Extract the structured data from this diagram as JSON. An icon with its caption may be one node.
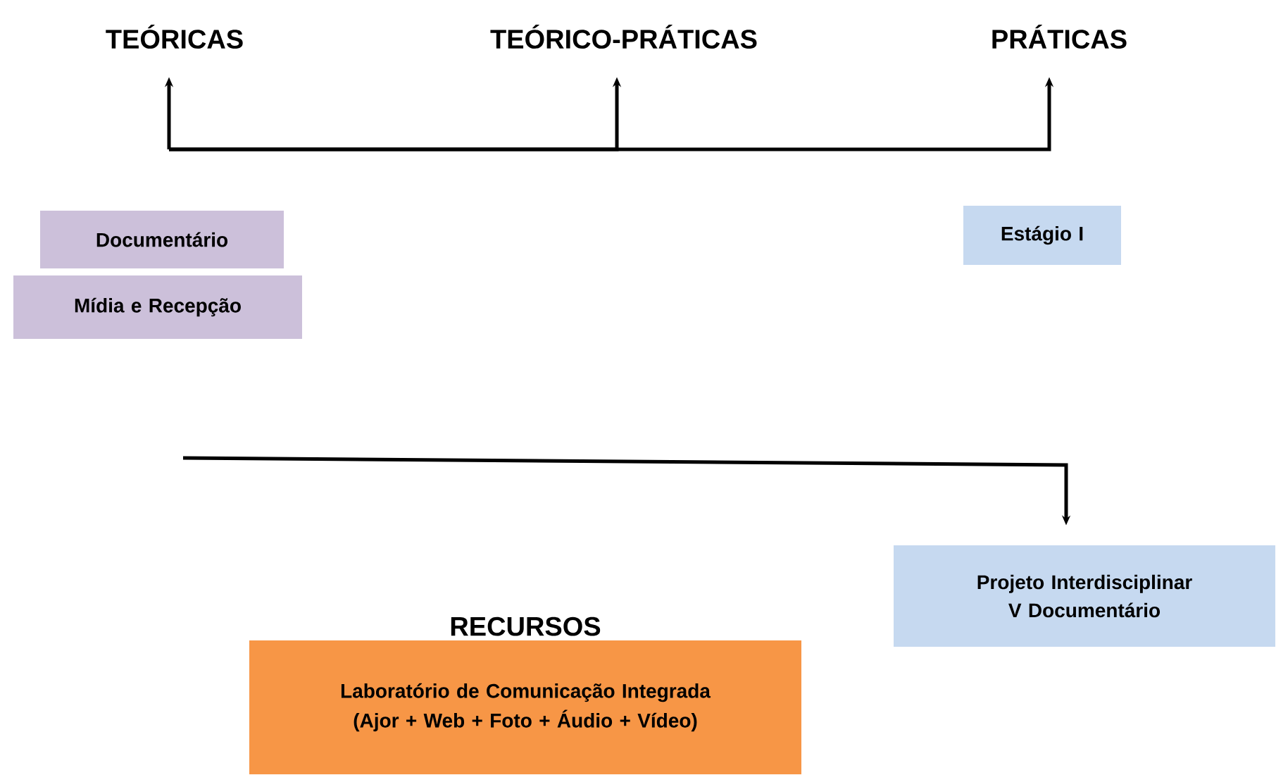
{
  "diagram": {
    "nodes": [
      {
        "text": [
          "TEÓRICAS"
        ]
      },
      {
        "text": [
          "TEÓRICO-PRÁTICAS"
        ]
      },
      {
        "text": [
          "PRÁTICAS"
        ]
      },
      {
        "text": [
          "Documentário"
        ]
      },
      {
        "text": [
          "Mídia e Recepção"
        ]
      },
      {
        "text": [
          "Estágio I"
        ]
      },
      {
        "text": [
          "Projeto Interdisciplinar V Documentário"
        ]
      },
      {
        "text": [
          "RECURSOS",
          "Laboratório de Comunicação Integrada (Ajor + Web + Foto + Áudio + Vídeo)"
        ]
      }
    ],
    "edges": [
      {
        "from": null,
        "to": 0,
        "arrow": "to"
      },
      {
        "from": null,
        "to": 1,
        "arrow": "to"
      },
      {
        "from": null,
        "to": 2,
        "arrow": "to"
      },
      {
        "from": null,
        "to": 6,
        "arrow": "to"
      }
    ]
  }
}
